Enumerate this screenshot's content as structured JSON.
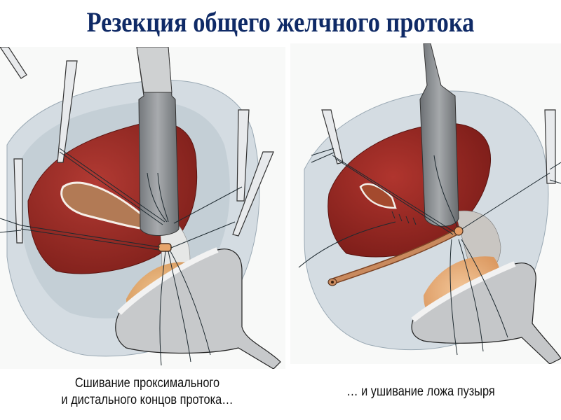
{
  "slide": {
    "title": "Резекция общего желчного протока",
    "title_color": "#0f2a66",
    "background": "#ffffff"
  },
  "figures": [
    {
      "id": "left",
      "caption_line1": "Сшивание проксимального",
      "caption_line2": "и дистального концов протока…",
      "illustration": "surgical-illustration-duct-anastomosis"
    },
    {
      "id": "right",
      "caption_line1": "… и ушивание ложа пузыря",
      "illustration": "surgical-illustration-gallbladder-bed-closure"
    }
  ],
  "palette": {
    "liver_red": "#9e2a25",
    "liver_dark": "#7a1c18",
    "tissue_gray": "#c6d0d8",
    "retractor_gray": "#8f9296",
    "duct_tan": "#e8b27a",
    "drain_tube": "#b8744a"
  }
}
